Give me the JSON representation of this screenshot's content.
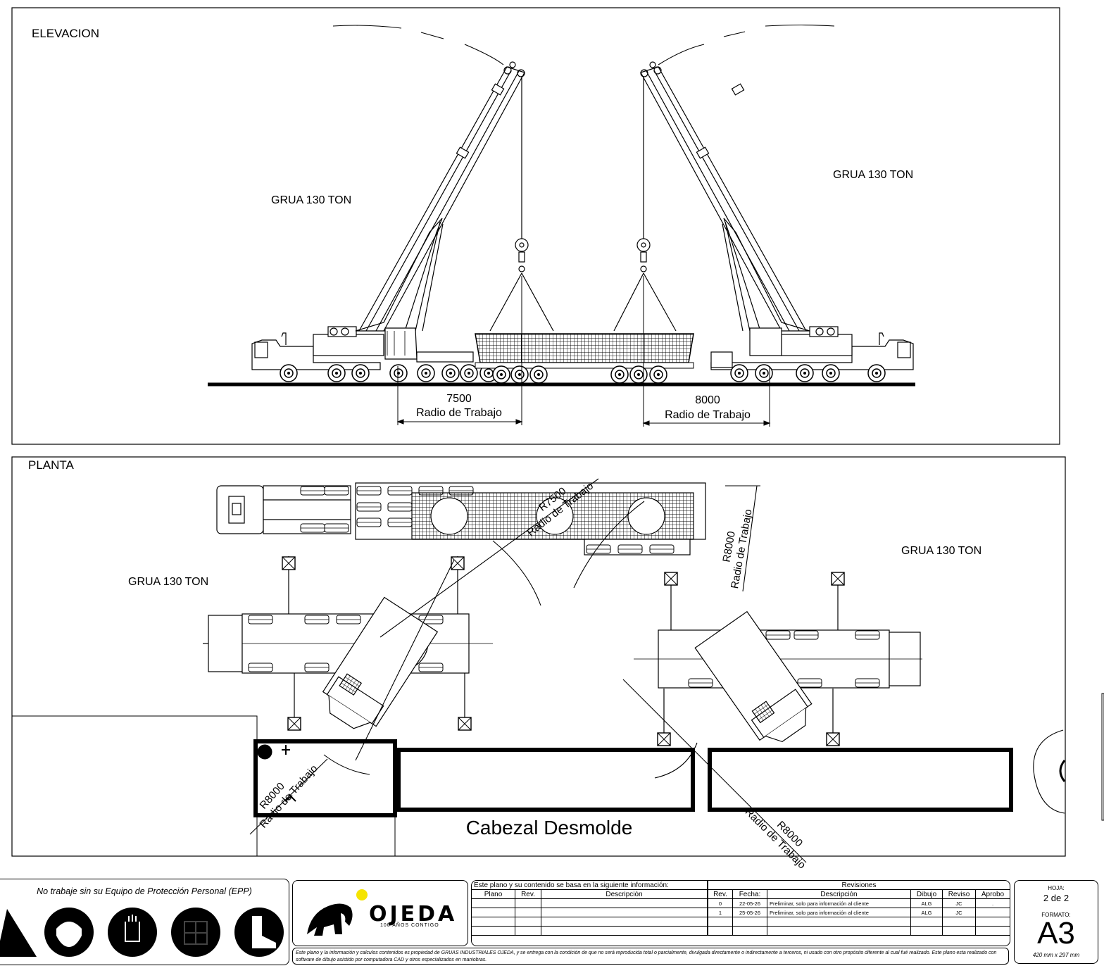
{
  "views": {
    "elevation": {
      "title": "ELEVACION",
      "crane_left_label": "GRUA 130 TON",
      "crane_right_label": "GRUA 130 TON",
      "radius_left_value": "7500",
      "radius_left_caption": "Radio de Trabajo",
      "radius_right_value": "8000",
      "radius_right_caption": "Radio de Trabajo"
    },
    "plan": {
      "title": "PLANTA",
      "crane_left_label": "GRUA 130 TON",
      "crane_right_label": "GRUA 130 TON",
      "radius_top_value": "R7500",
      "radius_top_caption": "Radio de Trabajo",
      "radius_mid_value": "R8000",
      "radius_mid_caption": "Radio de Trabajo",
      "radius_bl_value": "R8000",
      "radius_bl_caption": "Radio de Trabajo",
      "radius_br_value": "R8000",
      "radius_br_caption": "Radio de Trabajo",
      "structure_label": "Cabezal Desmolde"
    }
  },
  "title_block": {
    "epp_notice": "No trabaje sin su Equipo de Protección Personal (EPP)",
    "epp_icons": [
      "warning-triangle-icon",
      "helmet-icon",
      "gloves-icon",
      "vest-icon",
      "boot-icon"
    ],
    "logo": {
      "name": "OJEDA",
      "tagline": "100 AÑOS CONTIGO"
    },
    "reference": {
      "header": "Este plano y su contenido se basa en la siguiente información:",
      "columns": [
        "Plano",
        "Rev.",
        "Descripción"
      ]
    },
    "revisions": {
      "header": "Revisiones",
      "columns": [
        "Rev.",
        "Fecha:",
        "Descripción",
        "Dibujo",
        "Reviso",
        "Aprobo"
      ],
      "rows": [
        {
          "rev": "0",
          "fecha": "22-05-26",
          "descripcion": "Preliminar, solo para información al cliente",
          "dibujo": "ALG",
          "reviso": "JC",
          "aprobo": "."
        },
        {
          "rev": "1",
          "fecha": "25-05-26",
          "descripcion": "Preliminar, solo para información al cliente",
          "dibujo": "ALG",
          "reviso": "JC",
          "aprobo": ""
        }
      ]
    },
    "legal": "Este plano y la información y calculos contenidos es propiedad de GRUAS INDUSTRIALES OJEDA, y se entrega con la condición de que no será reproducida total o parcialmente, divulgada directamente o indirectamente a terceros, ni usado con otro propósito diferente al cual fué realizado. Este plano esta realizado con software de dibujo asistido por computadora CAD y otros especializados en maniobras.",
    "sheet": {
      "label": "HOJA:",
      "value": "2 de 2",
      "format_label": "FORMATO:",
      "format": "A3",
      "size": "420 mm x 297 mm"
    }
  },
  "colors": {
    "ink": "#000000",
    "paper": "#ffffff",
    "logo_accent": "#f5e400"
  }
}
